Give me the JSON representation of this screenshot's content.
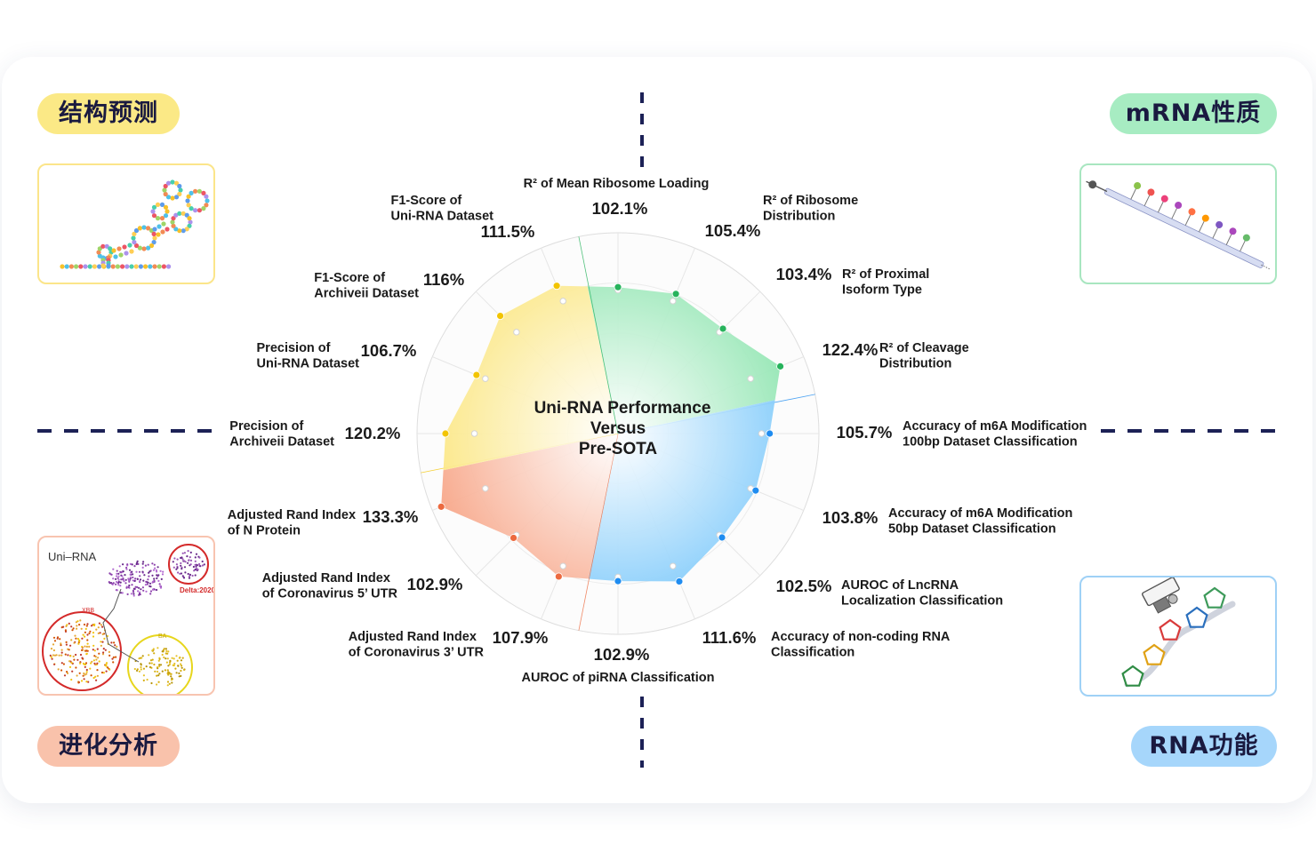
{
  "categories": {
    "structure": {
      "label": "结构预测",
      "color": "#fbe986"
    },
    "mrna": {
      "label": "mRNA性质",
      "color": "#a7ecc2"
    },
    "evolution": {
      "label": "进化分析",
      "color": "#f9c2ab"
    },
    "function": {
      "label": "RNA功能",
      "color": "#a6d6fb"
    }
  },
  "thumbnails": {
    "evolution": {
      "title": "Uni–RNA",
      "labels": [
        "Delta:2020",
        "XBB",
        "BA"
      ]
    }
  },
  "chart_data": {
    "type": "radar",
    "title": [
      "Uni-RNA Performance",
      "Versus",
      "Pre-SOTA"
    ],
    "baseline_value": 100,
    "rmax": 140,
    "rings": 4,
    "axes": [
      {
        "label": [
          "R² of Mean Ribosome Loading"
        ],
        "value": 102.1,
        "display": "102.1%",
        "group": "mrna"
      },
      {
        "label": [
          "R² of Ribosome",
          "Distribution"
        ],
        "value": 105.4,
        "display": "105.4%",
        "group": "mrna"
      },
      {
        "label": [
          "R² of Proximal",
          "Isoform Type"
        ],
        "value": 103.4,
        "display": "103.4%",
        "group": "mrna"
      },
      {
        "label": [
          "R² of Cleavage",
          "Distribution"
        ],
        "value": 122.4,
        "display": "122.4%",
        "group": "mrna"
      },
      {
        "label": [
          "Accuracy of m6A Modification",
          "100bp Dataset Classification"
        ],
        "value": 105.7,
        "display": "105.7%",
        "group": "function"
      },
      {
        "label": [
          "Accuracy of m6A Modification",
          "50bp Dataset Classification"
        ],
        "value": 103.8,
        "display": "103.8%",
        "group": "function"
      },
      {
        "label": [
          "AUROC of LncRNA",
          "Localization Classification"
        ],
        "value": 102.5,
        "display": "102.5%",
        "group": "function"
      },
      {
        "label": [
          "Accuracy of non-coding RNA",
          "Classification"
        ],
        "value": 111.6,
        "display": "111.6%",
        "group": "function"
      },
      {
        "label": [
          "AUROC of piRNA Classification"
        ],
        "value": 102.9,
        "display": "102.9%",
        "group": "function"
      },
      {
        "label": [
          "Adjusted Rand Index",
          "of Coronavirus 3’ UTR"
        ],
        "value": 107.9,
        "display": "107.9%",
        "group": "evolution"
      },
      {
        "label": [
          "Adjusted Rand Index",
          "of Coronavirus 5’ UTR"
        ],
        "value": 102.9,
        "display": "102.9%",
        "group": "evolution"
      },
      {
        "label": [
          "Adjusted Rand Index",
          "of N Protein"
        ],
        "value": 133.3,
        "display": "133.3%",
        "group": "evolution"
      },
      {
        "label": [
          "Precision of",
          "Archiveii Dataset"
        ],
        "value": 120.2,
        "display": "120.2%",
        "group": "structure"
      },
      {
        "label": [
          "Precision of",
          "Uni-RNA Dataset"
        ],
        "value": 106.7,
        "display": "106.7%",
        "group": "structure"
      },
      {
        "label": [
          "F1-Score of",
          "Archiveii Dataset"
        ],
        "value": 116,
        "display": "116%",
        "group": "structure"
      },
      {
        "label": [
          "F1-Score of",
          "Uni-RNA Dataset"
        ],
        "value": 111.5,
        "display": "111.5%",
        "group": "structure"
      }
    ],
    "colors": {
      "mrna": {
        "fill": "#86e3aa",
        "point": "#27b35c",
        "light": "#d8f6e4"
      },
      "function": {
        "fill": "#6ec3fa",
        "point": "#1f8cf0",
        "light": "#dceffd"
      },
      "evolution": {
        "fill": "#f7a283",
        "point": "#ec6a3f",
        "light": "#fde3d8"
      },
      "structure": {
        "fill": "#fbe57a",
        "point": "#f2c400",
        "light": "#fdf5cf"
      }
    }
  }
}
